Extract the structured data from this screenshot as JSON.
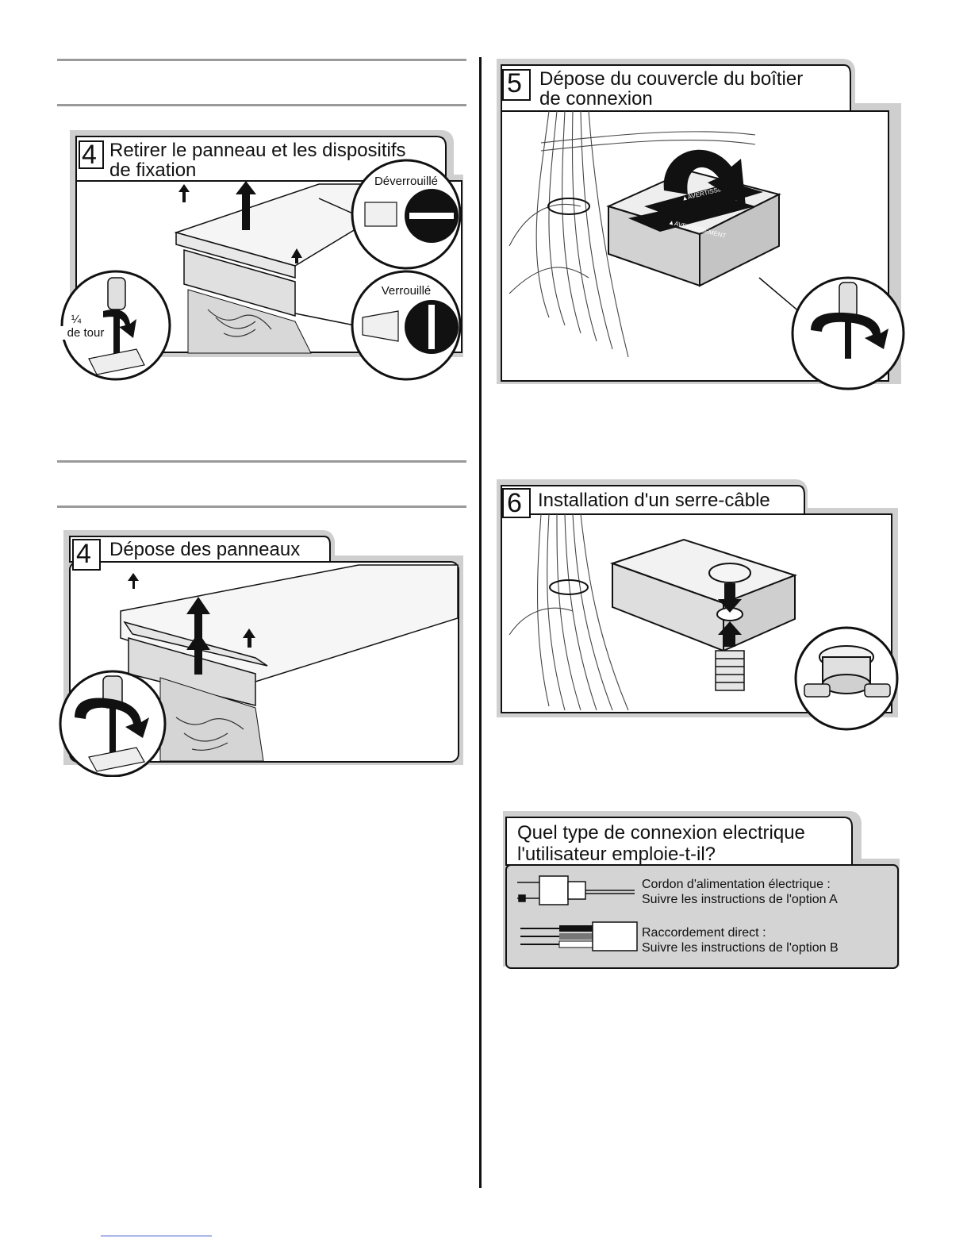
{
  "left_column": {
    "figure_a": {
      "step_number": "4",
      "title_line1": "Retirer le panneau et les dispositifs",
      "title_line2": "de fixation",
      "callout_unlocked": "Déverrouillé",
      "callout_locked": "Verrouillé",
      "quarter_turn_fraction": "¼",
      "quarter_turn_text": "de tour",
      "icons": [
        "screwdriver-icon",
        "unlocked-fastener-icon",
        "locked-fastener-icon",
        "arrow-up-icon",
        "rotate-arrow-icon"
      ]
    },
    "figure_b": {
      "step_number": "4",
      "title": "Dépose des panneaux",
      "icons": [
        "screwdriver-icon",
        "arrow-up-icon",
        "rotate-arrow-icon"
      ]
    }
  },
  "right_column": {
    "figure_c": {
      "step_number": "5",
      "title_line1": "Dépose du couvercle du boîtier",
      "title_line2": "de connexion",
      "box_label_1": "▲AVERTISSEMENT",
      "box_label_2": "▲AVERTISSEMENT",
      "icons": [
        "screwdriver-icon",
        "curved-arrow-icon",
        "junction-box-icon"
      ]
    },
    "figure_d": {
      "step_number": "6",
      "title": "Installation d'un serre-câble",
      "icons": [
        "strain-relief-icon",
        "arrow-down-icon",
        "arrow-up-icon"
      ]
    },
    "connection_question": {
      "title_line1": "Quel type de connexion electrique",
      "title_line2": "l'utilisateur emploie-t-il?",
      "option_a_line1": "Cordon d'alimentation électrique :",
      "option_a_line2": "Suivre les instructions de l'option A",
      "option_b_line1": "Raccordement direct :",
      "option_b_line2": "Suivre les instructions de l'option B",
      "icons": [
        "power-plug-icon",
        "direct-wire-icon"
      ]
    }
  },
  "colors": {
    "panel_gray": "#cfcfcf",
    "panel_shadow": "#bdbdbd",
    "rule_gray": "#9a9a9a",
    "ink": "#111111",
    "footer_link": "#3a56c8"
  }
}
